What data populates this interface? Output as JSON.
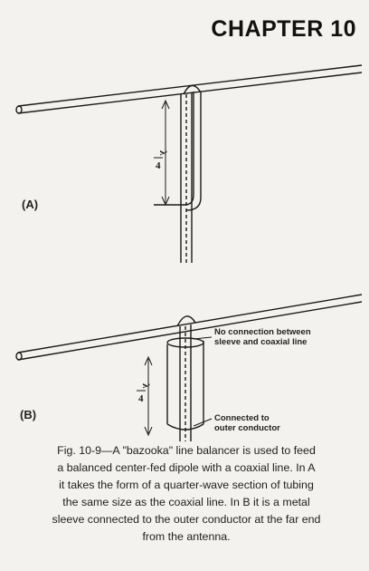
{
  "header": {
    "chapter_title": "CHAPTER 10"
  },
  "figure": {
    "panel_a_label": "(A)",
    "panel_b_label": "(B)",
    "fraction_numerator": "λ",
    "fraction_denominator": "4",
    "annotation_no_connection": [
      "No connection between",
      "sleeve and coaxial line"
    ],
    "annotation_connected": [
      "Connected to",
      "outer conductor"
    ]
  },
  "caption": {
    "lines": [
      "Fig. 10-9—A \"bazooka\" line balancer is used to feed",
      "a balanced center-fed dipole with a coaxial line. In A",
      "it takes the form of a quarter-wave section of tubing",
      "the same size as the coaxial line. In B it is a metal",
      "sleeve connected to the outer conductor at the far end",
      "from the antenna."
    ]
  }
}
